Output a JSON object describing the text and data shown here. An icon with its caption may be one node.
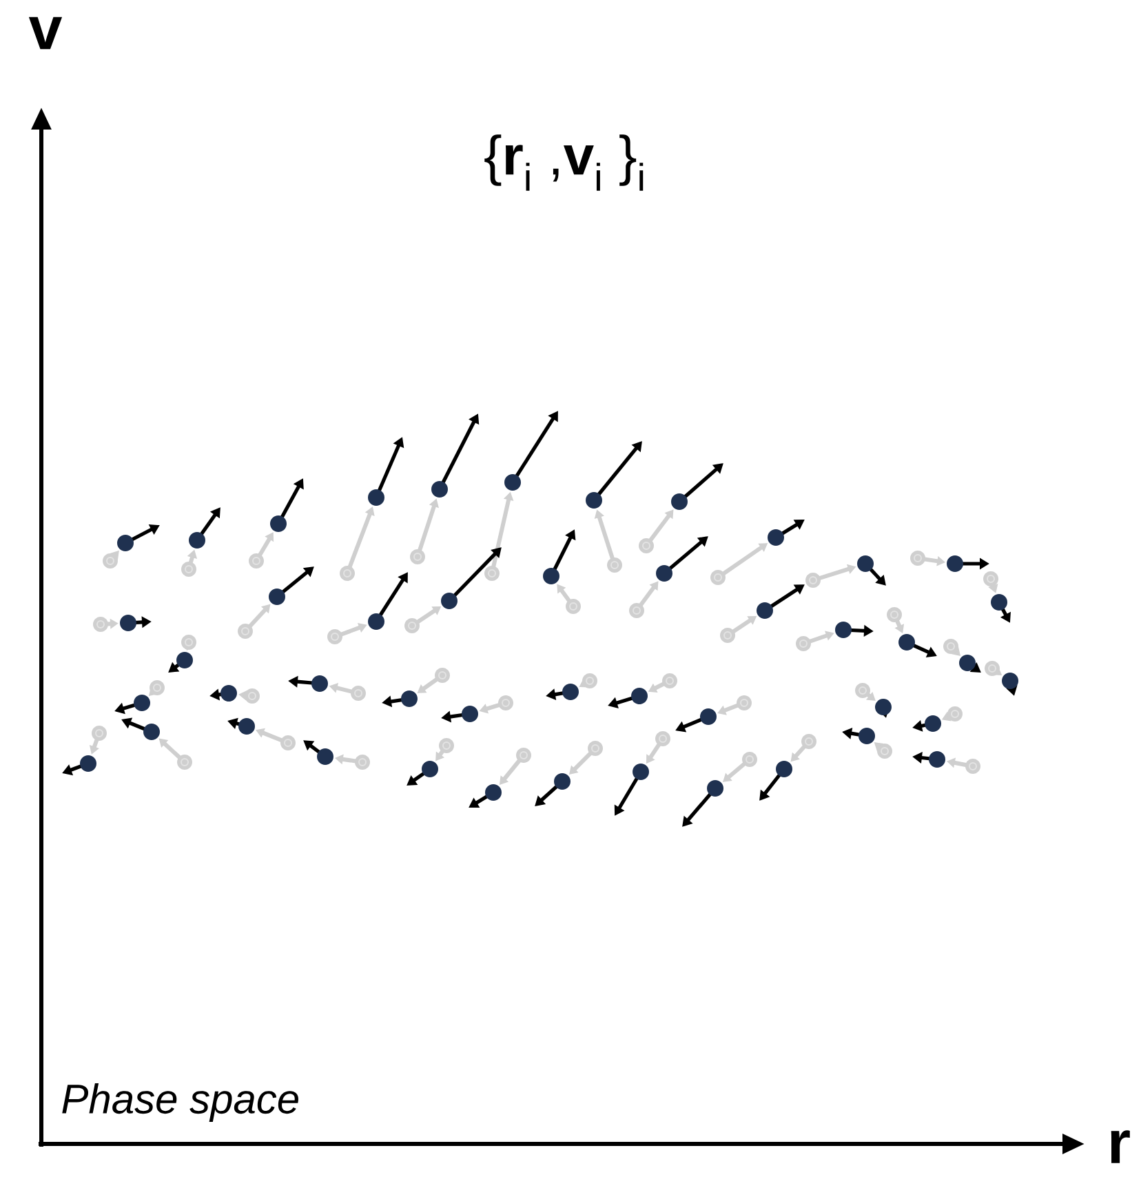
{
  "diagram": {
    "title": "{**r**$_{i}$ ,**v**$_{i}$ }$_{i}$",
    "labels": [
      "v",
      "r",
      "Phase space"
    ]
  }
}
